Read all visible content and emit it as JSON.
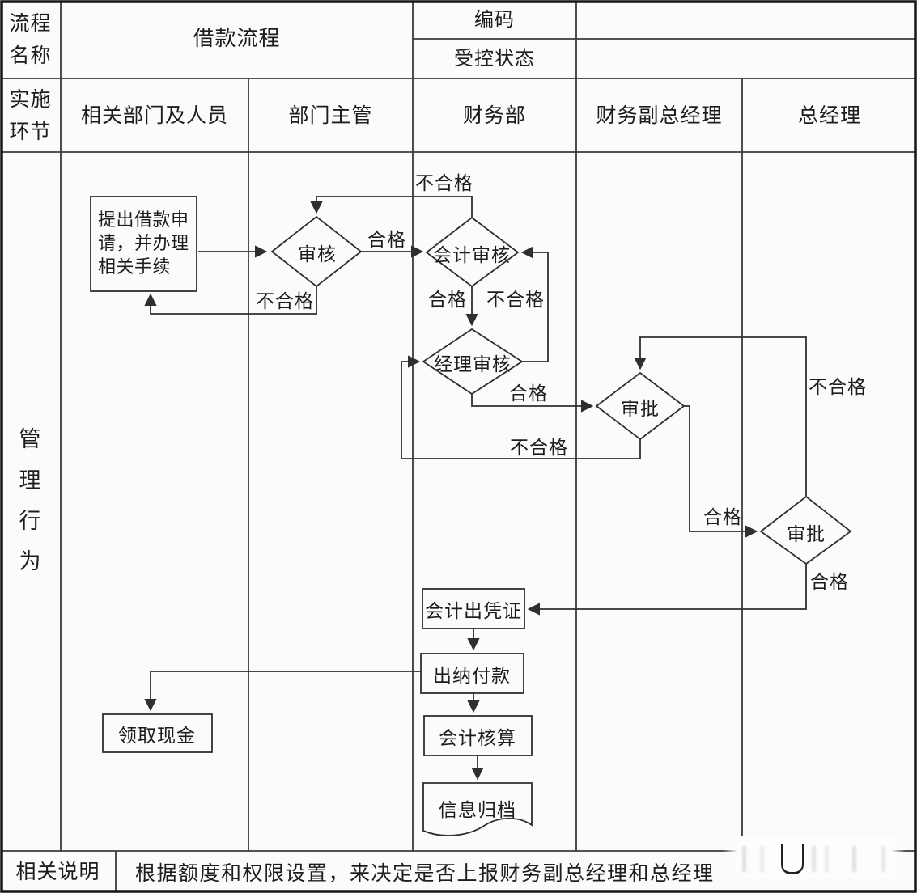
{
  "table": {
    "process_name_label": [
      "流程",
      "名称"
    ],
    "process_name_value": "借款流程",
    "code_label": "编码",
    "code_value": "",
    "controlled_state_label": "受控状态",
    "controlled_state_value": "",
    "stage_label": [
      "实施",
      "环节"
    ],
    "columns": [
      "相关部门及人员",
      "部门主管",
      "财务部",
      "财务副总经理",
      "总经理"
    ],
    "management_label": [
      "管",
      "理",
      "行",
      "为"
    ]
  },
  "footer": {
    "label": "相关说明",
    "note": "根据额度和权限设置，来决定是否上报财务副总经理和总经理"
  },
  "flowchart": {
    "nodes": {
      "apply": "提出借款申请，并办理相关手续",
      "dept_review": "审核",
      "accountant_review": "会计审核",
      "manager_review": "经理审核",
      "vp_approve": "审批",
      "gm_approve": "审批",
      "voucher": "会计出凭证",
      "cashier_pay": "出纳付款",
      "accounting": "会计核算",
      "archive": "信息归档",
      "receive_cash": "领取现金"
    },
    "labels": {
      "pass": "合格",
      "fail": "不合格"
    }
  },
  "colors": {
    "grid_line": "#3a3a3a",
    "outer_border": "#161616",
    "flow_line": "#2f2f2f",
    "text": "#1d1d1d",
    "background": "#fcfbfa"
  }
}
